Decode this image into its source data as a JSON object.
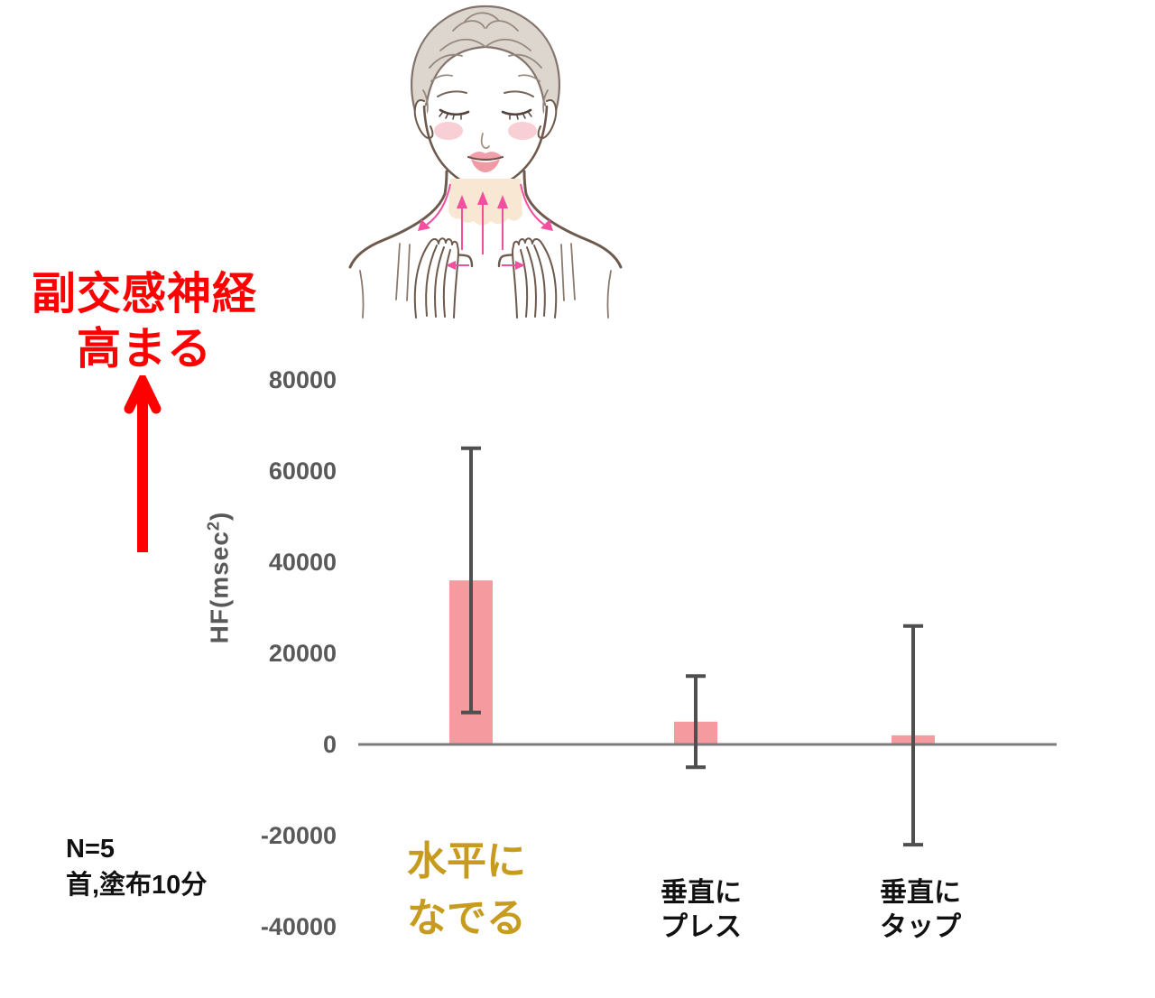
{
  "annotation": {
    "line1": "副交感神経",
    "line2": "高まる",
    "color": "#ff0000"
  },
  "note": {
    "line1": "N=5",
    "line2": "首,塗布10分"
  },
  "chart_data": {
    "type": "bar",
    "title": "",
    "ylabel": "HF(msec²)",
    "ylabel_base": "HF(msec",
    "ylabel_sup": "2",
    "ylabel_close": ")",
    "categories": [
      "水平に\nなでる",
      "垂直に\nプレス",
      "垂直に\nタップ"
    ],
    "values": [
      36000,
      5000,
      2000
    ],
    "error_low": [
      7000,
      -5000,
      -22000
    ],
    "error_high": [
      65000,
      15000,
      26000
    ],
    "yticks": [
      80000,
      60000,
      40000,
      20000,
      0,
      -20000,
      -40000
    ],
    "ylim": [
      -40000,
      80000
    ],
    "grid": false,
    "legend_position": "none",
    "bar_color": "#f59a9e",
    "error_color": "#4f4f4f",
    "axis_color": "#7c7c7c",
    "tick_color": "#595959",
    "category_colors": [
      "#c79b1e",
      "#111111",
      "#111111"
    ]
  }
}
